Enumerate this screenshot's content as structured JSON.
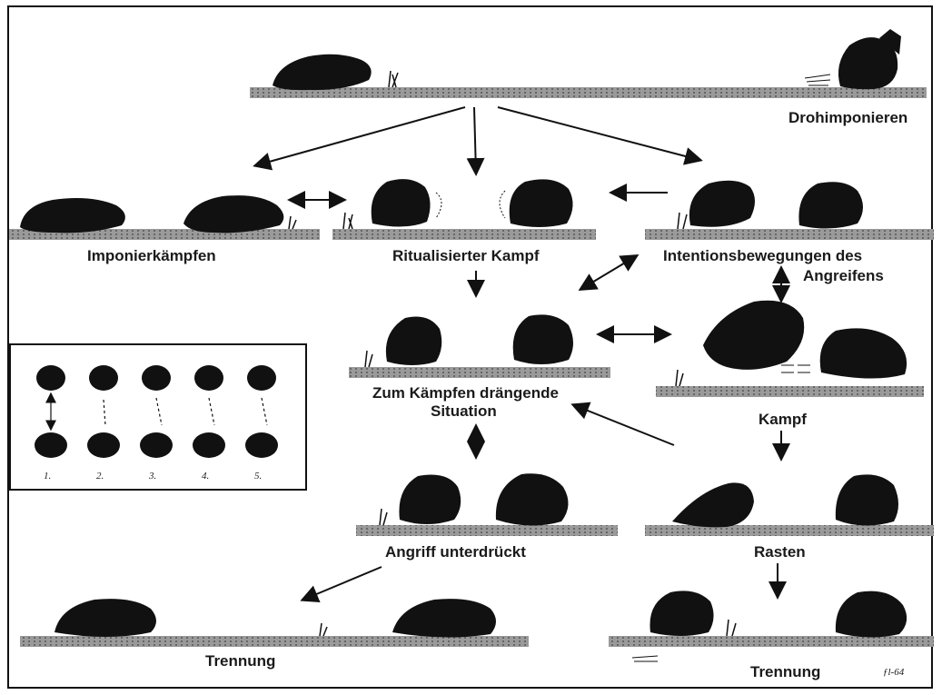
{
  "labels": {
    "drohimponieren": "Drohimponieren",
    "imponierkaempfen": "Imponierkämpfen",
    "ritualisierter_kampf": "Ritualisierter Kampf",
    "intention_line1": "Intentionsbewegungen des",
    "intention_line2": "Angreifens",
    "zum_kaempfen_line1": "Zum Kämpfen drängende",
    "zum_kaempfen_line2": "Situation",
    "kampf": "Kampf",
    "angriff_unterdrueckt": "Angriff unterdrückt",
    "rasten": "Rasten",
    "trennung_left": "Trennung",
    "trennung_right": "Trennung",
    "signature": "ƒl-64"
  },
  "inset": {
    "numbers": [
      "1.",
      "2.",
      "3.",
      "4.",
      "5."
    ]
  },
  "colors": {
    "ink": "#111111",
    "ground": "#8a8a8a",
    "paper": "#ffffff"
  }
}
